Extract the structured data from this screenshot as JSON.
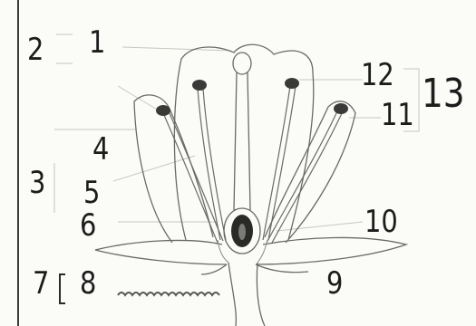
{
  "labels": {
    "l1": "1",
    "l2": "2",
    "l3": "3",
    "l4": "4",
    "l5": "5",
    "l6": "6",
    "l7": "7",
    "l8": "8",
    "l9": "9",
    "l10": "10",
    "l11": "11",
    "l12": "12",
    "l13": "13"
  },
  "colors": {
    "ink": "#1c1c1c",
    "sketch": "#6a6a66",
    "faint": "#b8b6b0",
    "paper": "#fbfbf8"
  }
}
